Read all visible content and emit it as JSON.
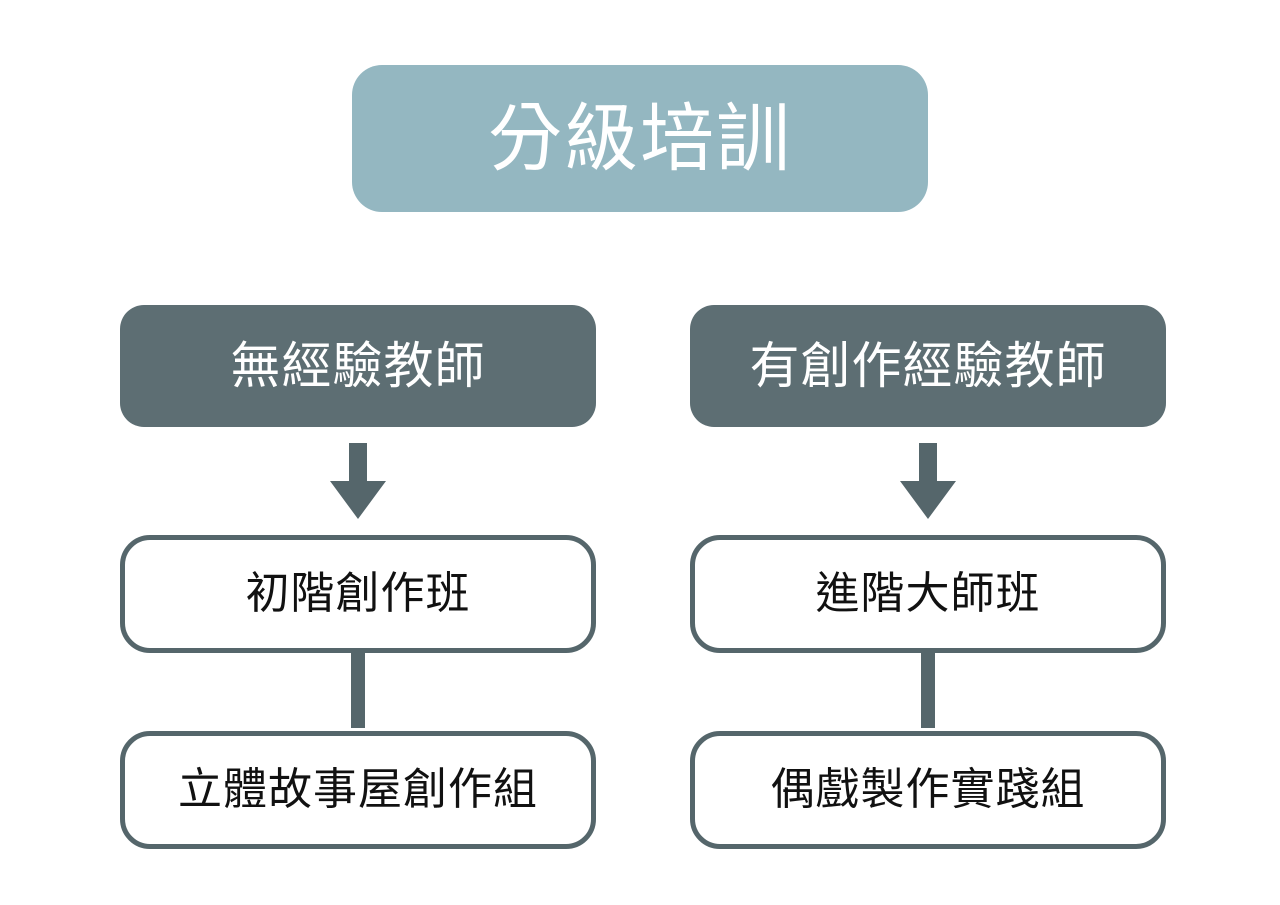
{
  "title": {
    "text": "分級培訓",
    "background_color": "#94b7c1",
    "text_color": "#ffffff"
  },
  "theme": {
    "header_fill": "#5d6e73",
    "outline_color": "#55666b",
    "node_fill": "#ffffff",
    "node_text_color": "#111111",
    "page_background": "#ffffff"
  },
  "columns": [
    {
      "id": "no-experience-track",
      "header": {
        "label": "無經驗教師",
        "style": "filled"
      },
      "connector_1": {
        "type": "arrow-down"
      },
      "steps": [
        {
          "label": "初階創作班",
          "style": "outlined"
        },
        {
          "label": "立體故事屋創作組",
          "style": "outlined"
        }
      ],
      "connector_2": {
        "type": "vertical-bar"
      }
    },
    {
      "id": "experienced-track",
      "header": {
        "label": "有創作經驗教師",
        "style": "filled"
      },
      "connector_1": {
        "type": "arrow-down"
      },
      "steps": [
        {
          "label": "進階大師班",
          "style": "outlined"
        },
        {
          "label": "偶戲製作實踐組",
          "style": "outlined"
        }
      ],
      "connector_2": {
        "type": "vertical-bar"
      }
    }
  ]
}
